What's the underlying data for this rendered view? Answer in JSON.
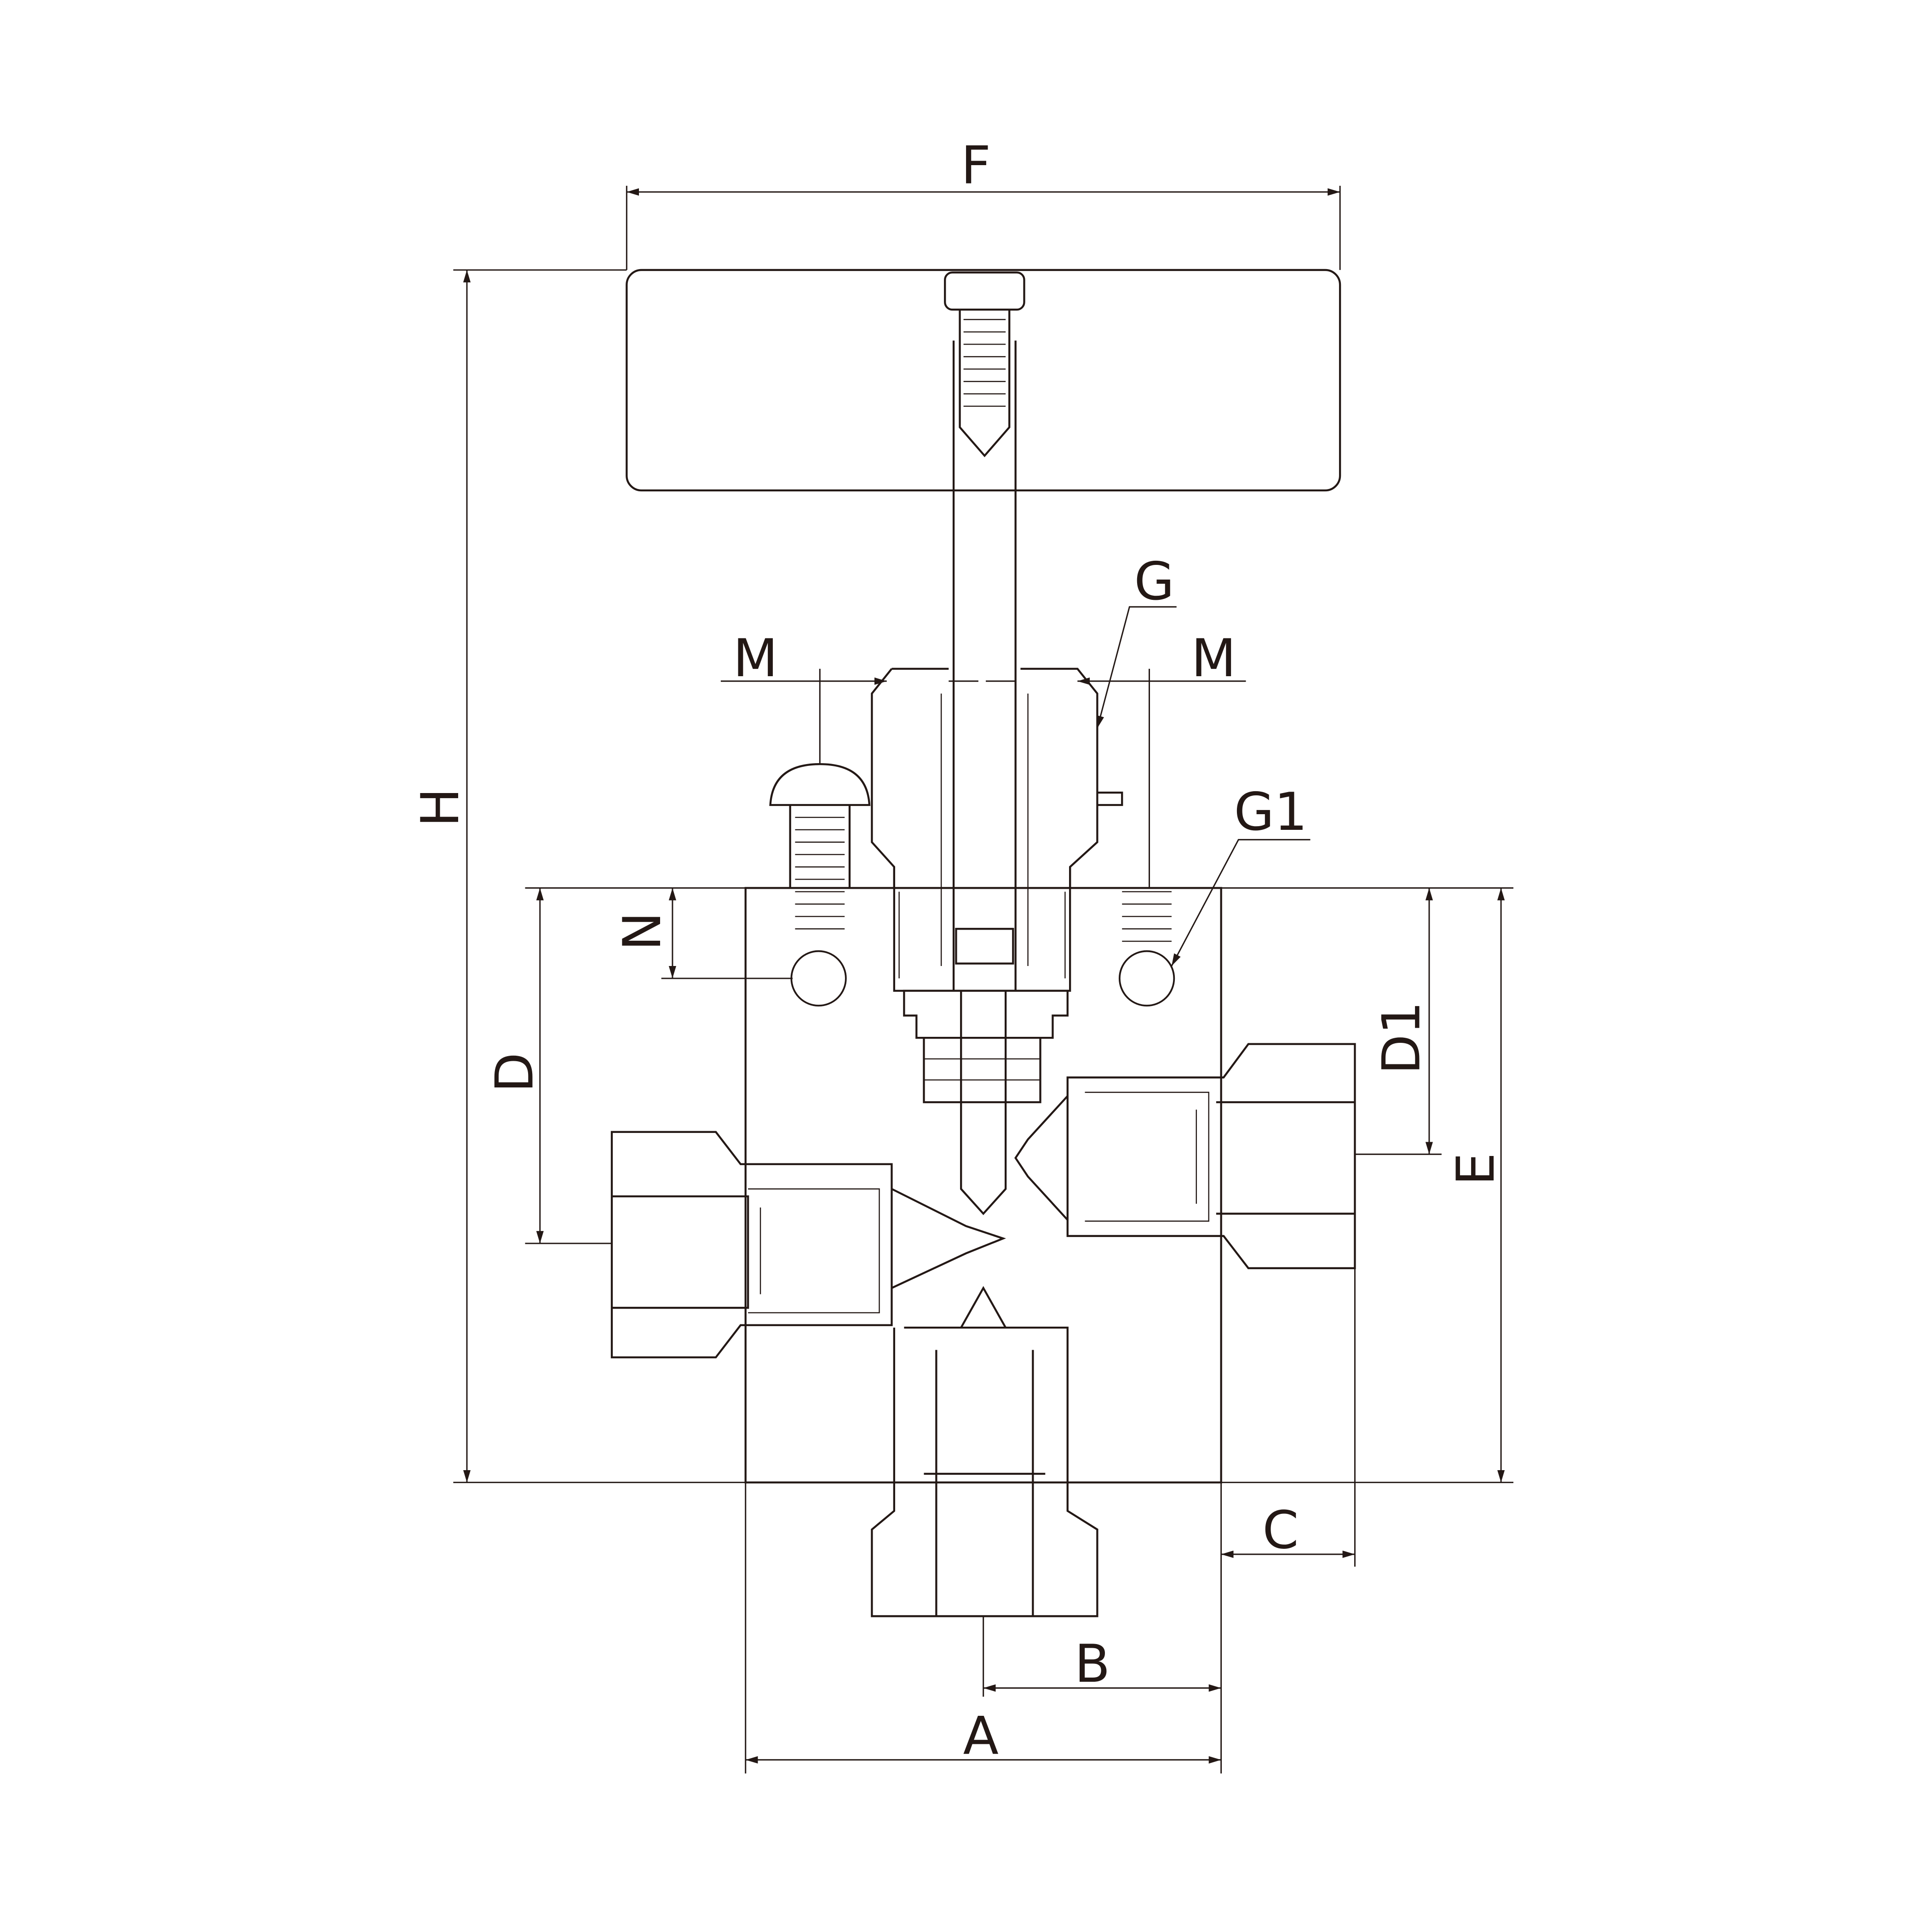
{
  "title": "Needle valve dimension drawing",
  "colors": {
    "line": "#231815",
    "background": "#ffffff"
  },
  "labels": {
    "F": "F",
    "G": "G",
    "M_left": "M",
    "M_right": "M",
    "G1": "G1",
    "H": "H",
    "N": "N",
    "D": "D",
    "D1": "D1",
    "E": "E",
    "C": "C",
    "B": "B",
    "A": "A"
  }
}
